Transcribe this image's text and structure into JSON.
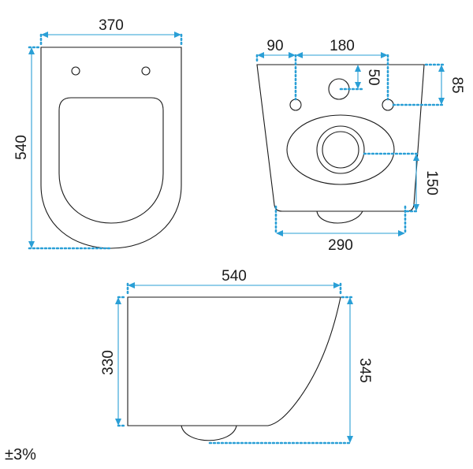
{
  "dimensions": {
    "top_view_width": "370",
    "top_view_length": "540",
    "front_left_offset": "90",
    "front_hole_spacing": "180",
    "front_inlet_drop": "50",
    "front_fixing_height": "85",
    "front_outlet_height": "150",
    "front_bottom_width": "290",
    "side_length": "540",
    "side_height_front": "330",
    "side_height_rear": "345"
  },
  "tolerance": "±3%",
  "colors": {
    "dimension_line": "#2a9fd6",
    "outline": "#1a1a1a",
    "background": "#ffffff"
  }
}
